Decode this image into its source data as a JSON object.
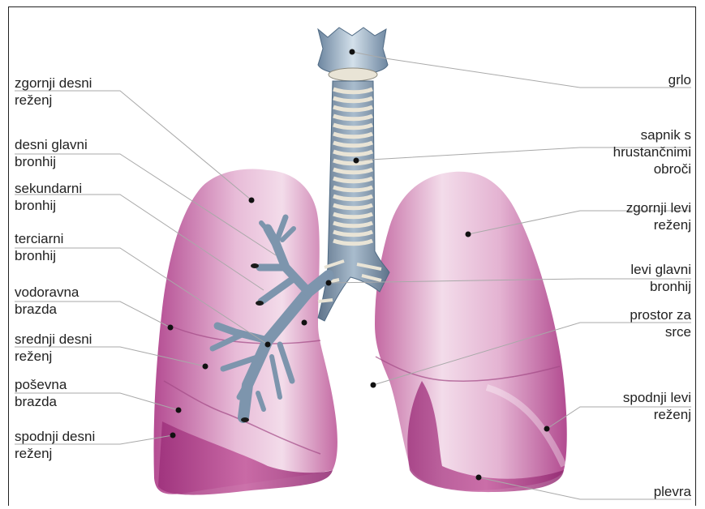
{
  "labels_left": [
    {
      "id": "zgornji-desni-rezenj",
      "text": "zgornji desni\nreženj"
    },
    {
      "id": "desni-glavni-bronhij",
      "text": "desni glavni\nbronhij"
    },
    {
      "id": "sekundarni-bronhij",
      "text": "sekundarni\nbronhij"
    },
    {
      "id": "terciarni-bronhij",
      "text": "terciarni\nbronhij"
    },
    {
      "id": "vodoravna-brazda",
      "text": "vodoravna\nbrazda"
    },
    {
      "id": "srednji-desni-rezenj",
      "text": "srednji desni\nreženj"
    },
    {
      "id": "posevna-brazda",
      "text": "poševna\nbrazda"
    },
    {
      "id": "spodnji-desni-rezenj",
      "text": "spodnji desni\nreženj"
    }
  ],
  "labels_right": [
    {
      "id": "grlo",
      "text": "grlo"
    },
    {
      "id": "sapnik",
      "text": "sapnik s\nhrustančnimi\nobroči"
    },
    {
      "id": "zgornji-levi-rezenj",
      "text": "zgornji levi\nreženj"
    },
    {
      "id": "levi-glavni-bronhij",
      "text": "levi glavni\nbronhij"
    },
    {
      "id": "prostor-za-srce",
      "text": "prostor za\nsrce"
    },
    {
      "id": "spodnji-levi-rezenj",
      "text": "spodnji levi\nreženj"
    },
    {
      "id": "plevra",
      "text": "plevra"
    }
  ],
  "colors": {
    "lung": "#c2629f",
    "lung_light": "#ecc4de",
    "lung_dark": "#9a2f78",
    "trachea": "#7d95ad",
    "rings": "#e9e4d6",
    "leader": "#a9a9a9",
    "dot": "#111111"
  }
}
